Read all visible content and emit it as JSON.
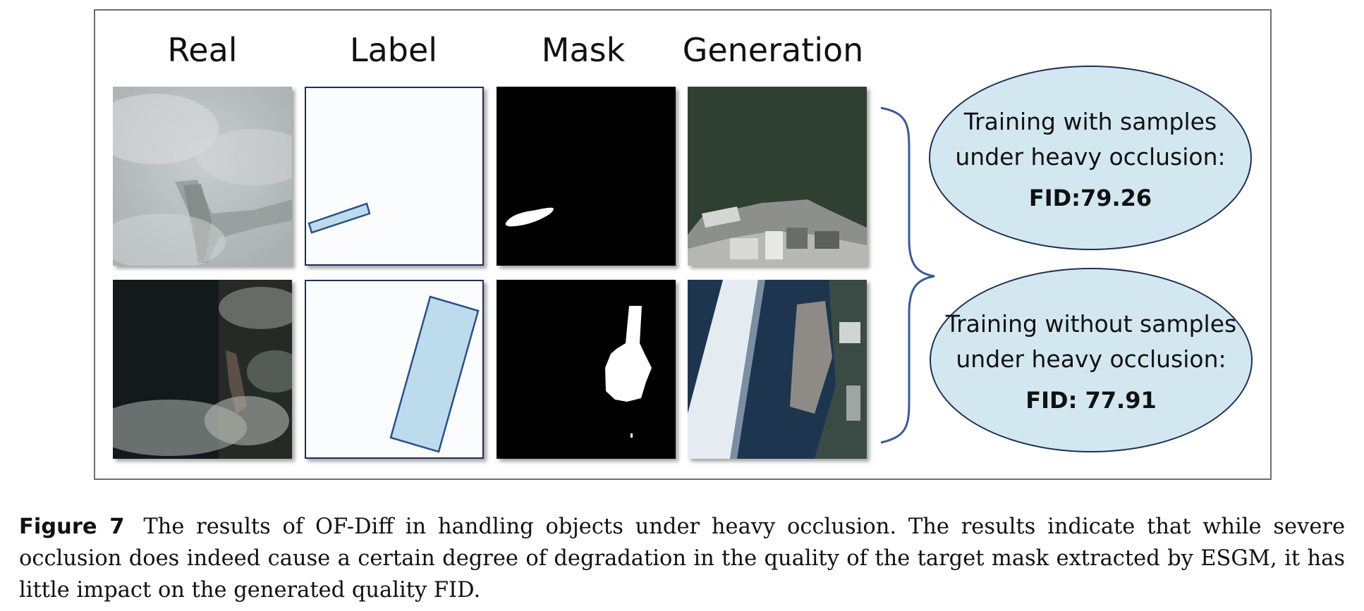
{
  "headers": {
    "real": "Real",
    "label": "Label",
    "mask": "Mask",
    "generation": "Generation"
  },
  "results": {
    "with": {
      "line1": "Training with samples",
      "line2": "under heavy occlusion:",
      "fid": "FID:79.26"
    },
    "without": {
      "line1": "Training without samples",
      "line2": "under heavy occlusion:",
      "fid": "FID: 77.91"
    }
  },
  "caption": {
    "label": "Figure 7",
    "text": "The results of OF-Diff in handling objects under heavy occlusion. The results indicate that while severe occlusion does indeed cause a certain degree of degradation in the quality of the target mask extracted by ESGM, it has little impact on the generated quality FID."
  },
  "colors": {
    "ellipse_fill": "#d3e7f1",
    "ellipse_border": "#1f2f55",
    "label_box_fill": "#bcdcee",
    "label_box_border": "#2d4f8a",
    "brace": "#3b5a96"
  }
}
